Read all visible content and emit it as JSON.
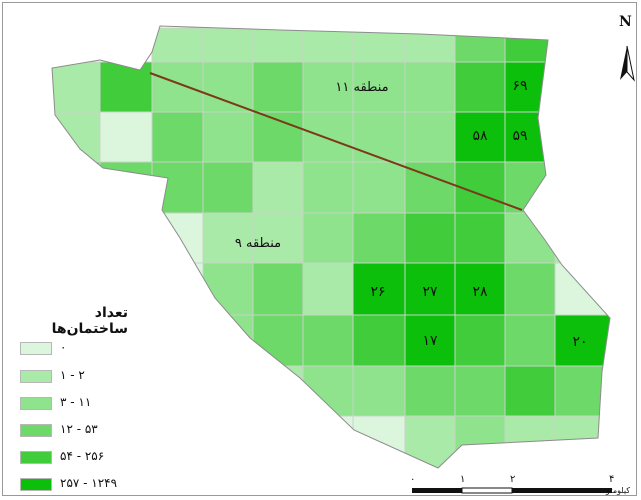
{
  "map": {
    "cell_colors": [
      "#dbf6dd",
      "#aaeaa8",
      "#8fe38c",
      "#6dd968",
      "#40cc3b",
      "#0bbf0b"
    ],
    "districts": [
      "منطقه ۱۱",
      "منطقه ۹"
    ],
    "block_labels": [
      "۶۹",
      "۵۸",
      "۵۹",
      "۲۶",
      "۲۷",
      "۲۸",
      "۱۷",
      "۲۰"
    ],
    "boundary_line_color": "#7a3a1a"
  },
  "legend": {
    "title": "تعداد ساختمان‌ها",
    "classes": [
      {
        "label": "۰",
        "color": "#dbf6dd"
      },
      {
        "label": "۱ - ۲",
        "color": "#aaeaa8"
      },
      {
        "label": "۳ - ۱۱",
        "color": "#8fe38c"
      },
      {
        "label": "۱۲ - ۵۳",
        "color": "#6dd968"
      },
      {
        "label": "۵۴ - ۲۵۶",
        "color": "#40cc3b"
      },
      {
        "label": "۲۵۷ - ۱۲۴۹",
        "color": "#0bbf0b"
      }
    ]
  },
  "north_arrow": {
    "label": "N"
  },
  "scale_bar": {
    "ticks": [
      "۰",
      "۱",
      "۲",
      "۴"
    ],
    "unit": "کیلومتر"
  }
}
